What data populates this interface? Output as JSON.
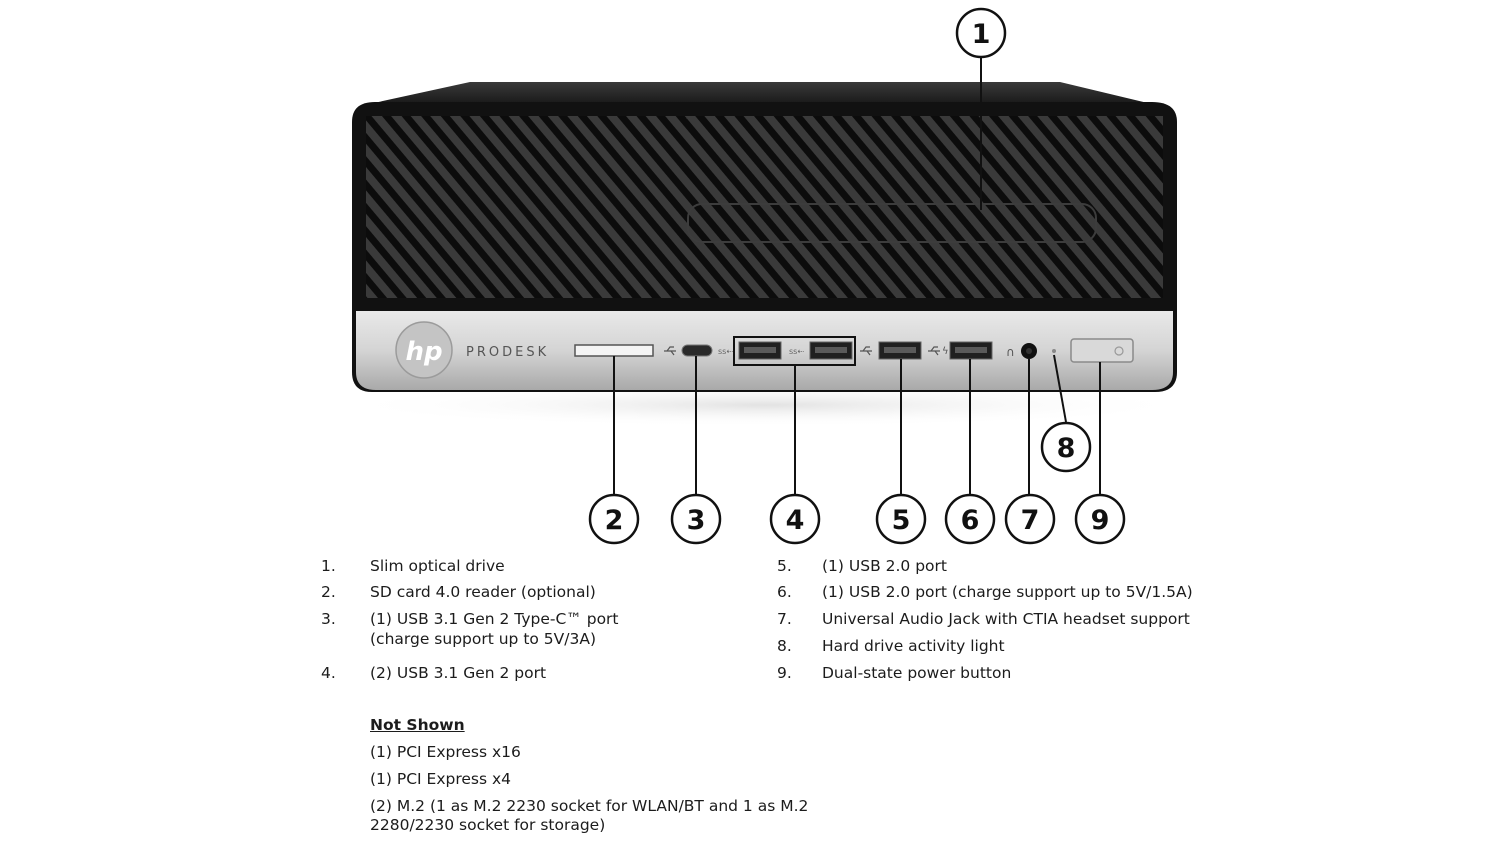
{
  "brand": {
    "logo_text": "hp",
    "model_text": "PRODESK"
  },
  "callouts": [
    "1",
    "2",
    "3",
    "4",
    "5",
    "6",
    "7",
    "8",
    "9"
  ],
  "legend_left": [
    {
      "num": "1.",
      "lines": [
        "Slim optical drive"
      ]
    },
    {
      "num": "2.",
      "lines": [
        "SD card 4.0 reader (optional)"
      ]
    },
    {
      "num": "3.",
      "lines": [
        "(1) USB 3.1 Gen 2 Type-C™ port",
        "(charge support up to 5V/3A)"
      ]
    },
    {
      "num": "4.",
      "lines": [
        "(2) USB 3.1 Gen 2 port"
      ]
    }
  ],
  "legend_right": [
    {
      "num": "5.",
      "lines": [
        "(1) USB 2.0 port"
      ]
    },
    {
      "num": "6.",
      "lines": [
        "(1) USB 2.0 port (charge support up to 5V/1.5A)"
      ]
    },
    {
      "num": "7.",
      "lines": [
        "Universal Audio Jack with CTIA headset support"
      ]
    },
    {
      "num": "8.",
      "lines": [
        "Hard drive activity light"
      ]
    },
    {
      "num": "9.",
      "lines": [
        "Dual-state power button"
      ]
    }
  ],
  "not_shown": {
    "title": "Not Shown",
    "items": [
      "(1) PCI Express x16",
      "(1) PCI Express x4",
      "(2) M.2 (1 as M.2 2230 socket for WLAN/BT and 1 as M.2",
      "2280/2230 socket for storage)"
    ]
  }
}
